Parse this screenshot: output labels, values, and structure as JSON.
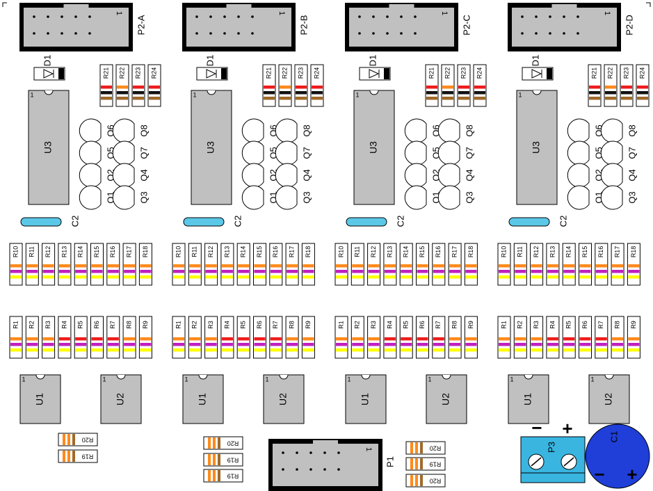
{
  "colors": {
    "body": "#c0c0c0",
    "outline": "#000000",
    "capacitor_small": "#5bc8e8",
    "capacitor_large": "#1f3fd8",
    "terminal_block": "#39b5e0",
    "band_brown": "#a06a2a",
    "band_black": "#111111",
    "band_red": "#ee1c1c",
    "band_orange": "#ff8a1c",
    "band_violet": "#c020c0",
    "band_yellow": "#ffff00"
  },
  "pin1_mark": "1",
  "modules": [
    {
      "header": "P2-A",
      "diode": "D1",
      "ic": "U3",
      "cap": "C2",
      "u1": "U1",
      "u2": "U2"
    },
    {
      "header": "P2-B",
      "diode": "D1",
      "ic": "U3",
      "cap": "C2",
      "u1": "U1",
      "u2": "U2"
    },
    {
      "header": "P2-C",
      "diode": "D1",
      "ic": "U3",
      "cap": "C2",
      "u1": "U1",
      "u2": "U2"
    },
    {
      "header": "P2-D",
      "diode": "D1",
      "ic": "U3",
      "cap": "C2",
      "u1": "U1",
      "u2": "U2"
    }
  ],
  "top_resistors": [
    "R21",
    "R22",
    "R23",
    "R24"
  ],
  "transistors": [
    [
      "Q6",
      "Q8"
    ],
    [
      "Q5",
      "Q7"
    ],
    [
      "Q2",
      "Q4"
    ],
    [
      "Q1",
      "Q3"
    ]
  ],
  "mid_resistors": [
    "R10",
    "R11",
    "R12",
    "R13",
    "R14",
    "R15",
    "R16",
    "R17",
    "R18"
  ],
  "low_resistors": [
    "R1",
    "R2",
    "R3",
    "R4",
    "R5",
    "R6",
    "R7",
    "R8",
    "R9"
  ],
  "small_resistors": {
    "r19": "R19",
    "r20": "R20"
  },
  "main_header": "P1",
  "power_connector": {
    "label": "P3",
    "minus": "−",
    "plus": "+"
  },
  "big_cap": {
    "label": "C1",
    "minus": "−",
    "plus": "+"
  }
}
